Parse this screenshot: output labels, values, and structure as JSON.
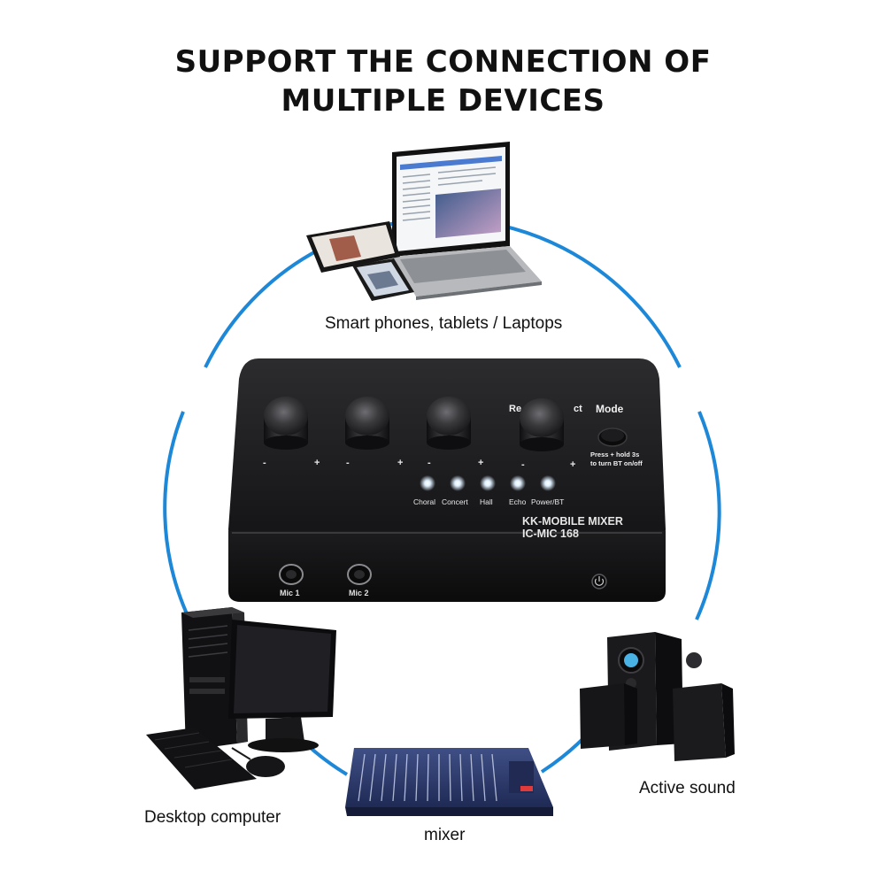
{
  "headline": {
    "line1": "SUPPORT THE CONNECTION OF",
    "line2": "MULTIPLE DEVICES"
  },
  "colors": {
    "ring": "#1e88d8",
    "device_body": "#1b1b1d",
    "led": "#e8f4ff"
  },
  "captions": {
    "top": "Smart phones, tablets / Laptops",
    "left": "Desktop computer",
    "bottom": "mixer",
    "right": "Active sound"
  },
  "mixer": {
    "model_line1": "KK-MOBILE MIXER",
    "model_line2": "IC-MIC 168",
    "knob_header_left": "Re",
    "knob_header_right": "ct",
    "mode_label": "Mode",
    "mode_hint_line1": "Press + hold 3s",
    "mode_hint_line2": "to turn BT on/off",
    "knob_minus": "-",
    "knob_plus": "+",
    "led_labels": [
      "Choral",
      "Concert",
      "Hall",
      "Echo",
      "Power/BT"
    ],
    "jacks": [
      "Mic 1",
      "Mic 2"
    ],
    "power_icon": "power-icon"
  }
}
